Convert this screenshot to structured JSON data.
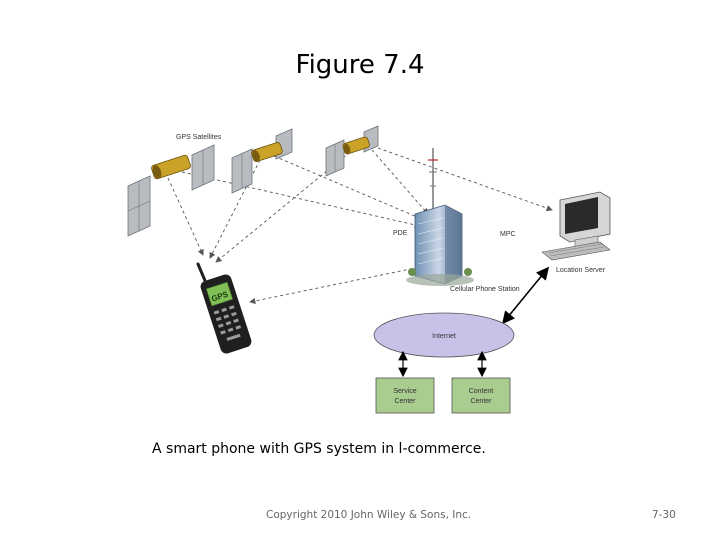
{
  "slide": {
    "title": "Figure 7.4",
    "caption": "A smart phone with GPS system in l-commerce.",
    "copyright": "Copyright 2010 John Wiley & Sons, Inc.",
    "page_number": "7-30"
  },
  "diagram": {
    "labels": {
      "gps_satellites": "GPS Satellites",
      "pde": "PDE",
      "mpc": "MPC",
      "location_server": "Location Server",
      "cellular_phone_station": "Cellular Phone Station",
      "internet": "Internet",
      "phone_screen": "GPS",
      "service_center_line1": "Service",
      "service_center_line2": "Center",
      "content_center_line1": "Content",
      "content_center_line2": "Center"
    },
    "colors": {
      "internet_fill": "#c7c2e8",
      "center_box_fill": "#a9cc8f",
      "phone_body": "#1f1f1f",
      "phone_screen": "#7fbf55",
      "satellite_gold": "#c9a227",
      "panel_gray": "#b8bcc0"
    },
    "icons": [
      "satellite-icon",
      "smartphone-icon",
      "cell-tower-icon",
      "office-building-icon",
      "computer-server-icon"
    ]
  }
}
